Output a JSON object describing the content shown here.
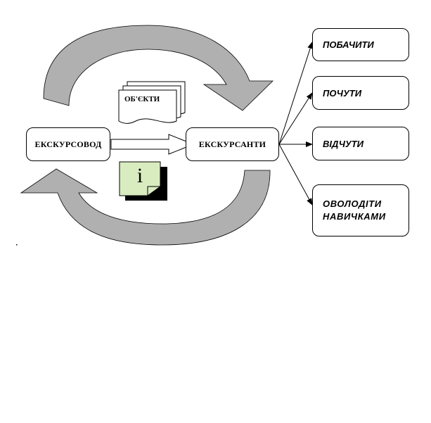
{
  "source": {
    "label": "ЕКСКУРСОВОД"
  },
  "target": {
    "label": "ЕКСКУРСАНТИ"
  },
  "objects": {
    "label": "ОБ'ЄКТИ"
  },
  "info_icon": {
    "label": "i"
  },
  "outcomes": [
    {
      "lines": [
        "ПОБАЧИТИ"
      ]
    },
    {
      "lines": [
        "ПОЧУТИ"
      ]
    },
    {
      "lines": [
        "ВІДЧУТИ"
      ]
    },
    {
      "lines": [
        "ОВОЛОДІТИ",
        "НАВИЧКАМИ"
      ]
    }
  ],
  "colors": {
    "cycle_arrow": "#b0b0b0",
    "info_note": "#d9ecc0",
    "stroke": "#000000"
  }
}
